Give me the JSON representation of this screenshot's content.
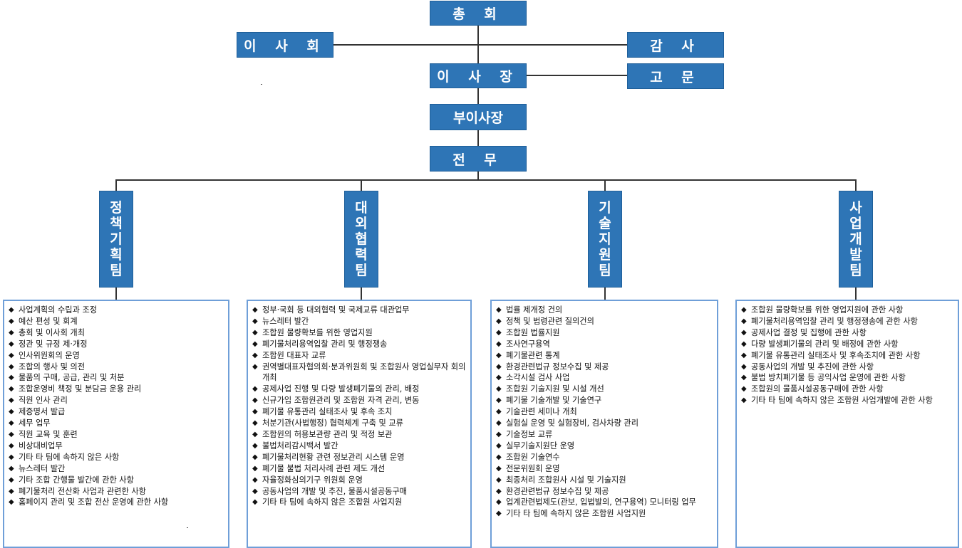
{
  "org": {
    "general_meeting": "총 회",
    "board": "이 사 회",
    "auditor": "감 사",
    "chairman": "이 사 장",
    "advisor": "고 문",
    "vice_chairman": "부이사장",
    "managing_director": "전 무"
  },
  "teams": [
    {
      "name_chars": [
        "정",
        "책",
        "기",
        "획",
        "팀"
      ],
      "duties": [
        "사업계획의 수립과 조정",
        "예산 편성 및 회계",
        "총회 및 이사회 개최",
        "정관 및 규정 제·개정",
        "인사위원회의 운영",
        "조합의 행사 및 의전",
        "물품의 구매, 공급, 관리 및 처분",
        "조합운영비 책정 및 분담금 운용 관리",
        "직원 인사 관리",
        "제증명서 발급",
        "세무 업무",
        "직원 교육 및 훈련",
        "비상대비업무",
        "기타 타 팀에 속하지 않은 사항",
        "뉴스레터 발간",
        "기타 조합 간행물 발간에 관한 사항",
        "폐기물처리 전산화 사업과 관련한 사항",
        "홈페이지 관리 및 조합 전산 운영에 관한 사항"
      ]
    },
    {
      "name_chars": [
        "대",
        "외",
        "협",
        "력",
        "팀"
      ],
      "duties": [
        "정부·국회 등 대외협력 및 국제교류 대관업무",
        "뉴스레터 발간",
        "조합원 물량확보를 위한 영업지원",
        "폐기물처리용역입찰 관리 및 행정쟁송",
        "조합원 대표자 교류",
        "권역별대표자협의회·분과위원회 및 조합원사 영업실무자 회의 개최",
        "공제사업 진행 및 다량 발생폐기물의 관리, 배정",
        "신규가입 조합원관리 및 조합원 자격 관리, 변동",
        "폐기물 유통관리 실태조사 및 후속 조치",
        "처분기관(사법행정) 협력체계 구축 및 교류",
        "조합원의 허용보관량 관리 및 적정 보관",
        "불법처리감시백서 발간",
        "폐기물처리현황 관련 정보관리 시스템 운영",
        "폐기물 불법 처리사례 관련 제도 개선",
        "자율정화심의기구 위원회 운영",
        "공동사업의 개발 및 추진, 물품시설공동구매",
        "기타 타 팀에 속하지 않은 조합원 사업지원"
      ]
    },
    {
      "name_chars": [
        "기",
        "술",
        "지",
        "원",
        "팀"
      ],
      "duties": [
        "법률 제개정 건의",
        "정책 및 법령관련 질의건의",
        "조합원 법률지원",
        "조사연구용역",
        "폐기물관련 통계",
        "환경관련법규 정보수집 및 제공",
        "소각시설 검사 사업",
        "조합원 기술지원 및 시설 개선",
        "폐기물 기술개발 및 기술연구",
        "기술관련 세미나 개최",
        "실험실 운영 및 실험장비, 검사차량 관리",
        "기술정보 교류",
        "실무기술지원단 운영",
        "조합원 기술연수",
        "전문위원회 운영",
        "최종처리 조합원사 시설 및 기술지원",
        "환경관련법규 정보수집 및 제공",
        "업계관련법제도(관보, 입법발의, 연구용역) 모니터링 업무",
        "기타 타 팀에 속하지 않은 조합원 사업지원"
      ]
    },
    {
      "name_chars": [
        "사",
        "업",
        "개",
        "발",
        "팀"
      ],
      "duties": [
        "조합원 물량확보를 위한 영업지원에 관한 사항",
        "폐기물처리용역입찰 관리 및 행정쟁송에 관한 사항",
        "공제사업 결정 및 집행에 관한 사항",
        "다량 발생폐기물의 관리 및 배정에 관한 사항",
        "폐기물 유통관리 실태조사 및 후속조치에 관한 사항",
        "공동사업의 개발 및 추진에 관한 사항",
        "불법 방치폐기물 등 공익사업 운영에 관한 사항",
        "조합원의 물품시설공동구매에 관한 사항",
        "기타 타 팀에 속하지 않은 조합원 사업개발에 관한 사항"
      ]
    }
  ]
}
